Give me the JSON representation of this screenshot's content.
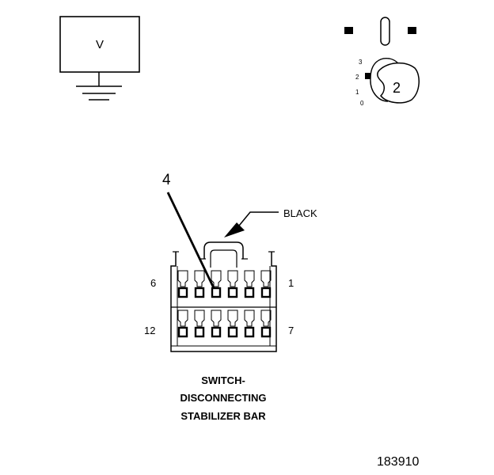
{
  "meter": {
    "symbol": "V"
  },
  "ignition_switch": {
    "positions": [
      "3",
      "2",
      "1",
      "0"
    ],
    "selected": "2"
  },
  "connector": {
    "callout_pin": "4",
    "color_label": "BLACK",
    "pin_top_left": "6",
    "pin_top_right": "1",
    "pin_bottom_left": "12",
    "pin_bottom_right": "7",
    "title_line1": "SWITCH-",
    "title_line2": "DISCONNECTING",
    "title_line3": "STABILIZER BAR"
  },
  "figure_id": "183910"
}
